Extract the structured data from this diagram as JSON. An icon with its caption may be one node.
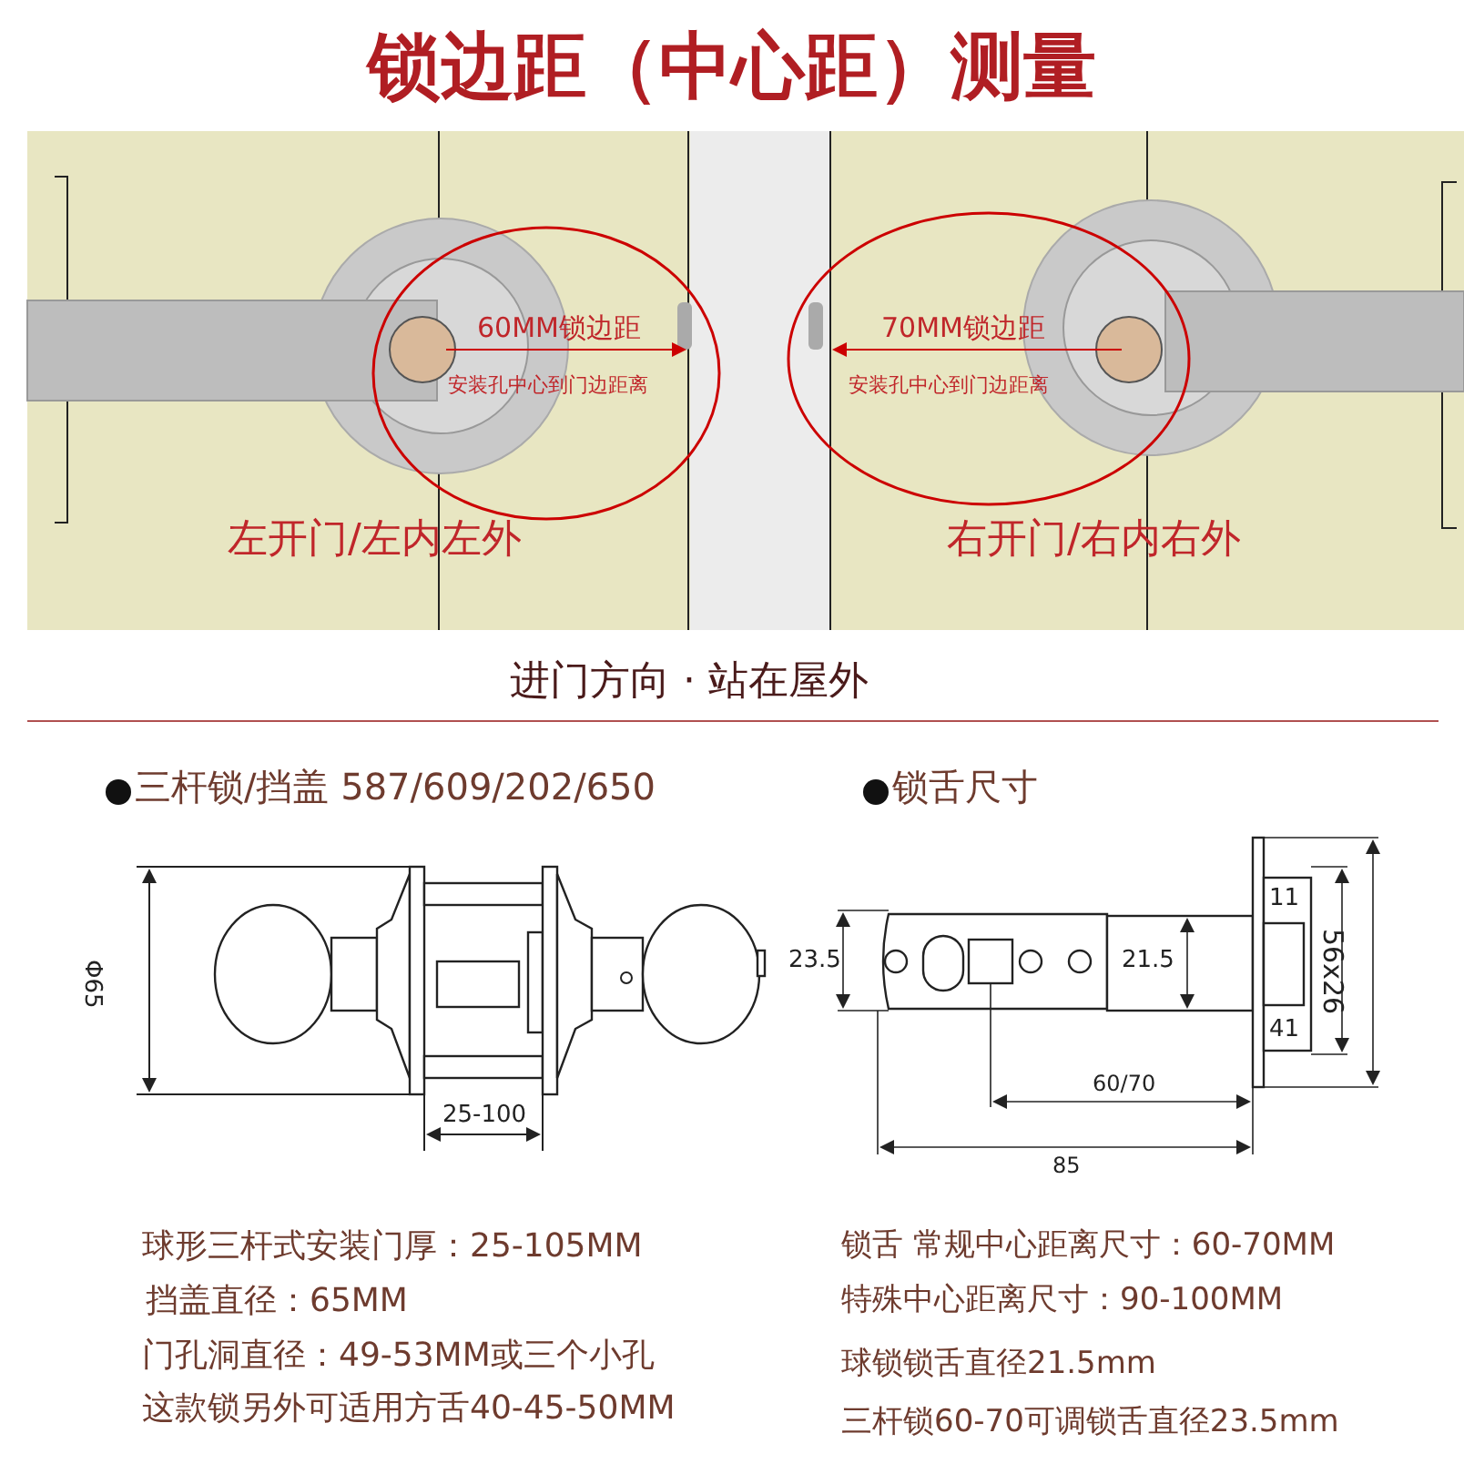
{
  "diagram": {
    "title": "锁边距（中心距）测量",
    "labels": [
      "60MM锁边距",
      "安装孔中心到门边距离",
      "70MM锁边距",
      "安装孔中心到门边距离",
      "左开门/左内左外",
      "右开门/右内右外",
      "进门方向 · 站在屋外",
      "三杆锁/挡盖 587/609/202/650",
      "锁舌尺寸",
      "Φ65",
      "25-100",
      "11",
      "23.5",
      "21.5",
      "56x26",
      "41",
      "60/70",
      "85",
      "球形三杆式安装门厚：25-105MM",
      "挡盖直径：65MM",
      "门孔洞直径：49-53MM或三个小孔",
      "这款锁另外可适用方舌40-45-50MM",
      "锁舌 常规中心距离尺寸：60-70MM",
      "特殊中心距离尺寸：90-100MM",
      "球锁锁舌直径21.5mm",
      "三杆锁60-70可调锁舌直径23.5mm"
    ]
  }
}
